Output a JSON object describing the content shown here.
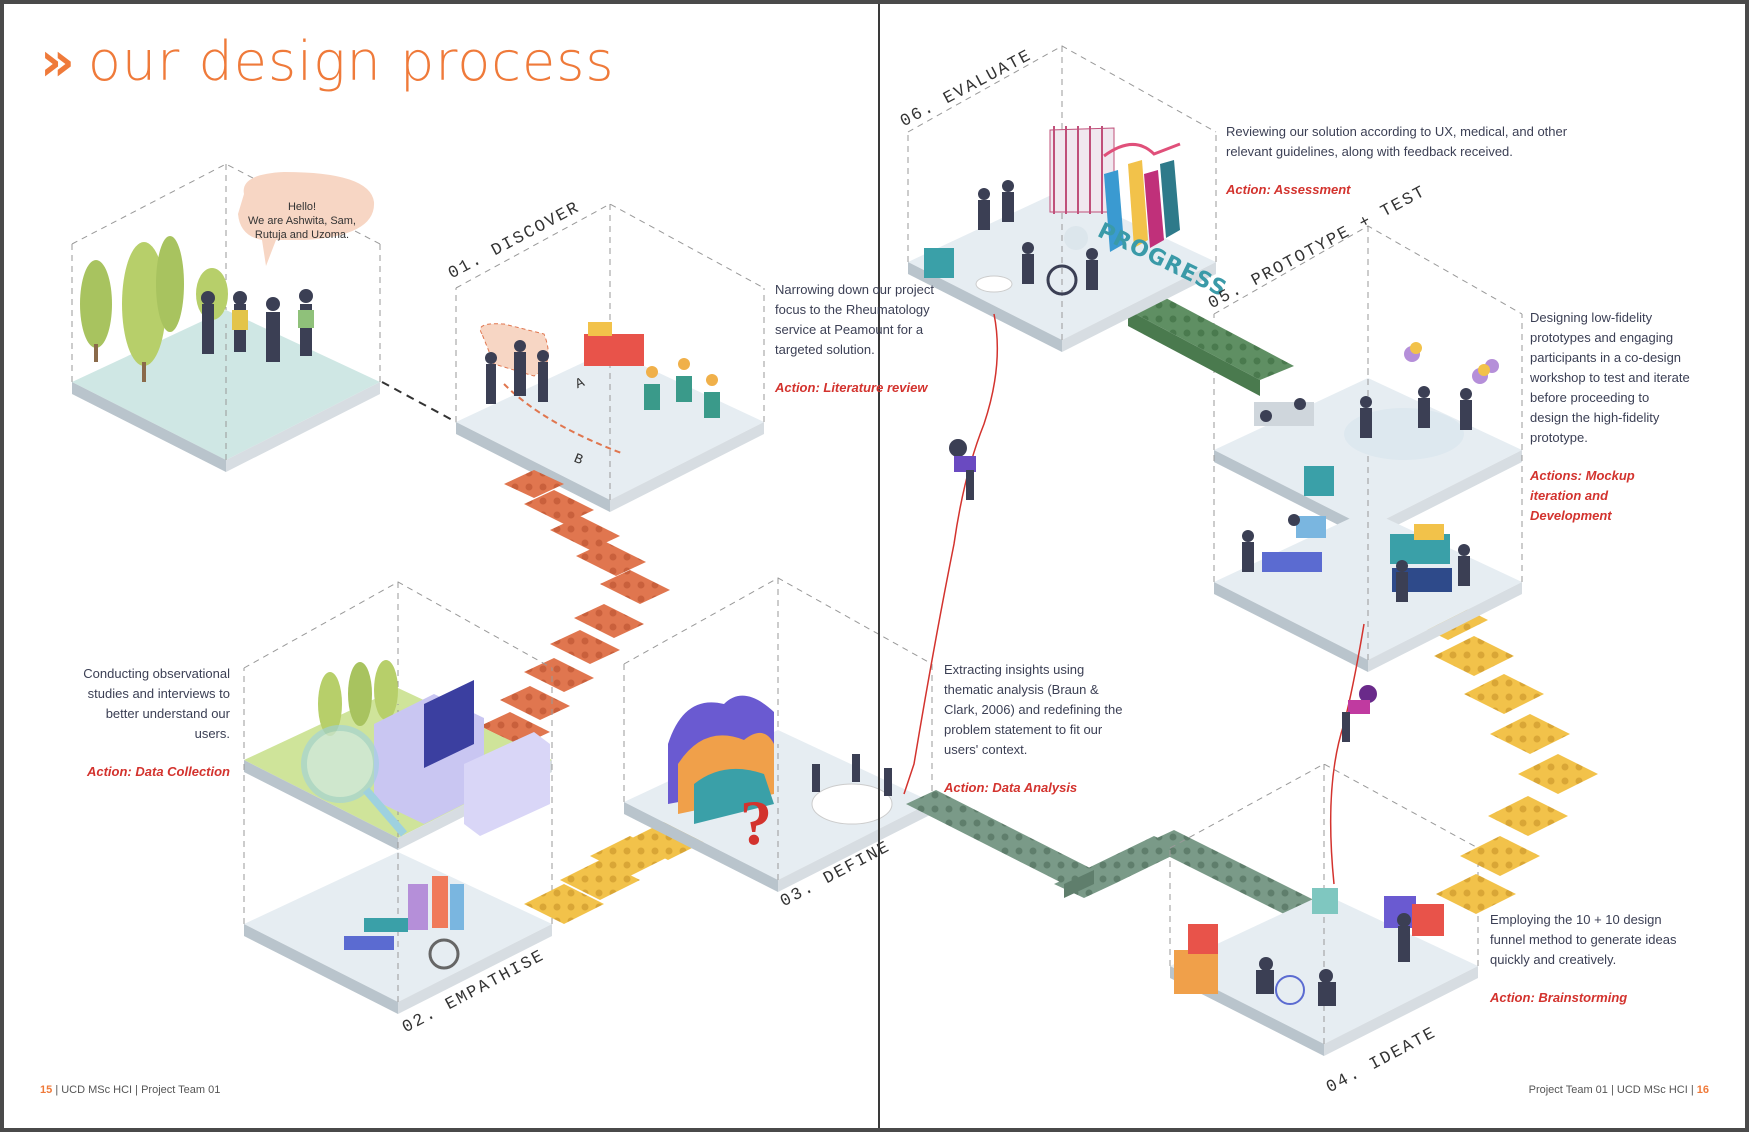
{
  "page_title": "our design process",
  "speech_bubble": {
    "line1": "Hello!",
    "line2": "We are Ashwita, Sam,",
    "line3": "Rutuja and Uzoma."
  },
  "stages": {
    "discover": {
      "label": "01. DISCOVER",
      "description": "Narrowing down our project focus to the Rheumatology service at Peamount for a targeted solution.",
      "action": "Action: Literature review"
    },
    "empathise": {
      "label": "02. EMPATHISE",
      "description": "Conducting observational studies and interviews to better understand our users.",
      "action": "Action: Data Collection"
    },
    "define": {
      "label": "03. DEFINE",
      "description": "Extracting insights using thematic analysis (Braun & Clark, 2006) and redefining the problem statement to fit our users' context.",
      "action": "Action: Data Analysis"
    },
    "ideate": {
      "label": "04. IDEATE",
      "description": "Employing the 10 + 10 design funnel method to generate ideas quickly and creatively.",
      "action": "Action: Brainstorming"
    },
    "prototype_test": {
      "label": "05. PROTOTYPE + TEST",
      "description": "Designing low-fidelity prototypes and engaging participants in a co-design workshop to test and iterate before proceeding to design the high-fidelity prototype.",
      "action_lines": [
        "Actions: Mockup",
        "iteration and",
        "Development"
      ]
    },
    "evaluate": {
      "label": "06. EVALUATE",
      "description": "Reviewing our solution according to UX, medical, and other relevant guidelines, along with feedback received.",
      "action": "Action: Assessment"
    }
  },
  "illustration_labels": {
    "path_a": "A",
    "path_b": "B",
    "progress": "PROGRESS"
  },
  "footer": {
    "left_page": "15",
    "left_text": "| UCD MSc HCI | Project Team 01",
    "right_text": "Project Team 01 | UCD MSc HCI |",
    "right_page": "16"
  },
  "colors": {
    "accent_orange": "#ef7a3a",
    "action_red": "#d3332e",
    "stairs_orange": "#e0764f",
    "stairs_yellow": "#f2c24a",
    "path_green": "#7a9a88",
    "platform": "#e6edf2"
  }
}
